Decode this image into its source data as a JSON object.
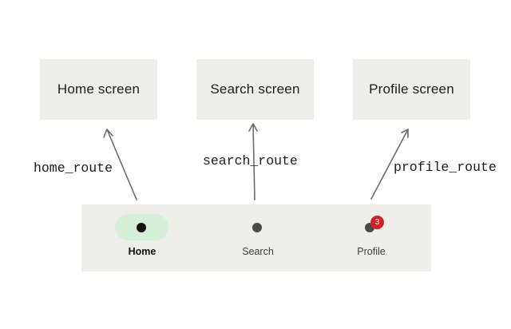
{
  "screens": {
    "home": "Home screen",
    "search": "Search screen",
    "profile": "Profile screen"
  },
  "routes": {
    "home": "home_route",
    "search": "search_route",
    "profile": "profile_route"
  },
  "nav_bar": {
    "items": [
      {
        "label": "Home",
        "selected": true,
        "icon": "dot-icon"
      },
      {
        "label": "Search",
        "selected": false,
        "icon": "dot-icon"
      },
      {
        "label": "Profile",
        "selected": false,
        "icon": "dot-icon",
        "badge": "3"
      }
    ],
    "indicator_color": "#d5eed6",
    "badge_color": "#d32027"
  }
}
